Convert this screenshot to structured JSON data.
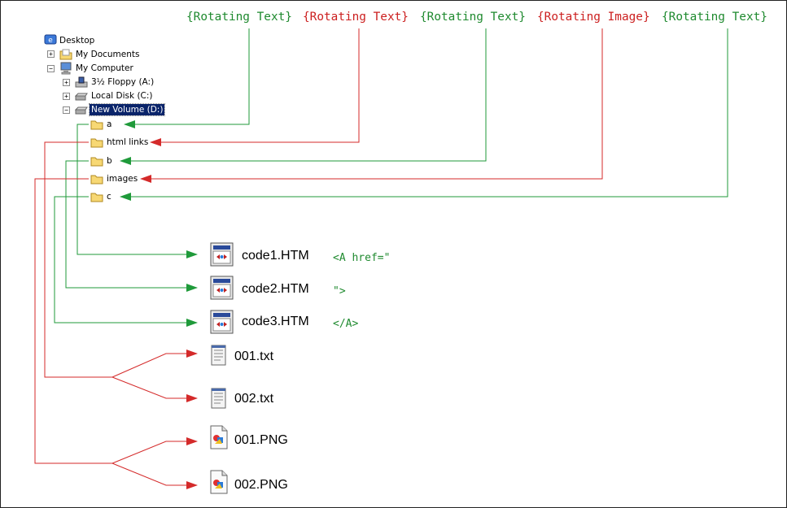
{
  "header_labels": [
    {
      "text": "{Rotating Text}",
      "color": "#1f8a2f"
    },
    {
      "text": "{Rotating Text}",
      "color": "#cc2020"
    },
    {
      "text": "{Rotating Text}",
      "color": "#1f8a2f"
    },
    {
      "text": "{Rotating Image}",
      "color": "#cc2020"
    },
    {
      "text": "{Rotating Text}",
      "color": "#1f8a2f"
    }
  ],
  "tree": {
    "desktop": "Desktop",
    "my_documents": "My Documents",
    "my_computer": "My Computer",
    "floppy": "3½ Floppy (A:)",
    "local_disk": "Local Disk (C:)",
    "new_volume": "New Volume (D:)",
    "folders": [
      "a",
      "html links",
      "b",
      "images",
      "c"
    ]
  },
  "files": {
    "htm": [
      {
        "name": "code1.HTM",
        "code": "<A href=\""
      },
      {
        "name": "code2.HTM",
        "code": "\">"
      },
      {
        "name": "code3.HTM",
        "code": "</A>"
      }
    ],
    "txt": [
      "001.txt",
      "002.txt"
    ],
    "png": [
      "001.PNG",
      "002.PNG"
    ]
  },
  "colors": {
    "green": "#1f9a3a",
    "red": "#d42a2a",
    "selection": "#0a246a"
  }
}
